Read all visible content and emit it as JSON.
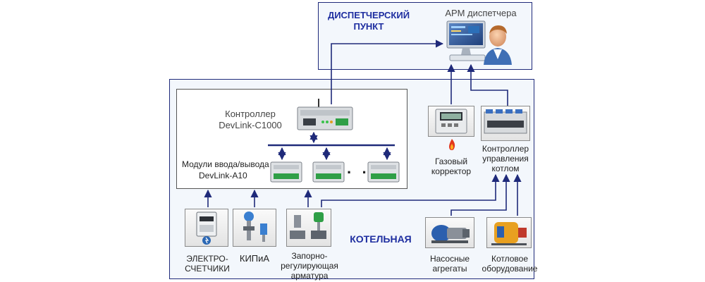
{
  "dispatch": {
    "title_line1": "ДИСПЕТЧЕРСКИЙ",
    "title_line2": "ПУНКТ",
    "workstation_label": "АРМ диспетчера"
  },
  "boiler": {
    "title": "КОТЕЛЬНАЯ"
  },
  "controller": {
    "label_line1": "Контроллер",
    "label_line2": "DevLink-C1000"
  },
  "modules": {
    "label_line1": "Модули ввода/вывода",
    "label_line2": "DevLink-A10",
    "ellipsis": "· · ·"
  },
  "gas_corrector": {
    "label_line1": "Газовый",
    "label_line2": "корректор"
  },
  "boiler_controller": {
    "label_line1": "Контроллер",
    "label_line2": "управления",
    "label_line3": "котлом"
  },
  "meters": {
    "label_line1": "ЭЛЕКТРО-",
    "label_line2": "СЧЕТЧИКИ"
  },
  "kipia": {
    "label": "КИПиА"
  },
  "valves": {
    "label_line1": "Запорно-",
    "label_line2": "регулирующая",
    "label_line3": "арматура"
  },
  "pumps": {
    "label_line1": "Насосные",
    "label_line2": "агрегаты"
  },
  "boiler_equipment": {
    "label_line1": "Котловое",
    "label_line2": "оборудование"
  },
  "colors": {
    "frame": "#1f2a7a",
    "title": "#1e2ea0",
    "wire": "#1f2a7a"
  }
}
